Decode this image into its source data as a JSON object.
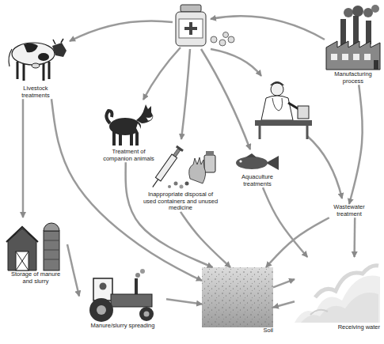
{
  "diagram": {
    "nodes": [
      {
        "text": [
          "Livestock treatments"
        ]
      },
      {
        "text": [
          "Treatment of companion animals"
        ]
      },
      {
        "text": [
          "Inappropriate disposal of used containers and unused medicine"
        ]
      },
      {
        "text": [
          "Aquaculture treatments"
        ]
      },
      {
        "text": [
          "Manufacturing process"
        ]
      },
      {
        "text": [
          "Wastewater treatment"
        ]
      },
      {
        "text": [
          "Storage of manure and slurry"
        ]
      },
      {
        "text": [
          "Manure/slurry spreading"
        ]
      },
      {
        "text": [
          "Soil"
        ]
      },
      {
        "text": [
          "Receiving water"
        ]
      }
    ],
    "edges": [
      {
        "from": 0,
        "to": 6,
        "arrow": "to"
      },
      {
        "from": 0,
        "to": 8,
        "arrow": "to"
      },
      {
        "from": 6,
        "to": 7,
        "arrow": "to"
      },
      {
        "from": 7,
        "to": 8,
        "arrow": "to"
      },
      {
        "from": 1,
        "to": 8,
        "arrow": "to"
      },
      {
        "from": 2,
        "to": 8,
        "arrow": "to"
      },
      {
        "from": 3,
        "to": 9,
        "arrow": "to"
      },
      {
        "from": 4,
        "to": 5,
        "arrow": "to"
      },
      {
        "from": 5,
        "to": 9,
        "arrow": "to"
      },
      {
        "from": 5,
        "to": 8,
        "arrow": "to"
      },
      {
        "from": 8,
        "to": 9,
        "arrow": "to"
      },
      {
        "from": 9,
        "to": 8,
        "arrow": "to"
      }
    ]
  }
}
